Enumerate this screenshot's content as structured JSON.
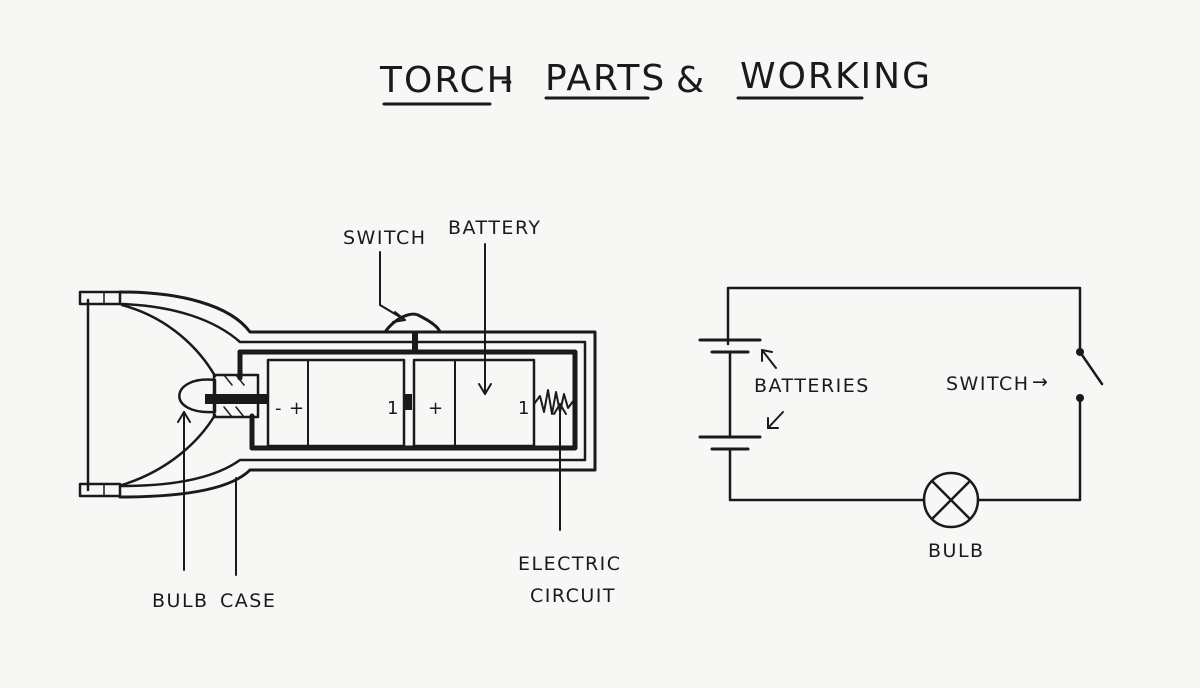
{
  "title": {
    "word1": "TORCH",
    "dash": "-",
    "word2": "PARTS",
    "amp": "&",
    "word3": "WORKING"
  },
  "torch_labels": {
    "switch": "SWITCH",
    "battery": "BATTERY",
    "bulb": "BULB",
    "case": "CASE",
    "electric_line1": "ELECTRIC",
    "electric_line2": "CIRCUIT"
  },
  "battery_signs": {
    "b1_minus": "-",
    "b1_plus": "+",
    "b1_mark": "1",
    "b2_plus": "+",
    "b2_mark": "1"
  },
  "circuit_labels": {
    "batteries": "BATTERIES",
    "switch": "SWITCH",
    "switch_arrow": "→",
    "bulb": "BULB"
  },
  "colors": {
    "ink": "#1a1a1a",
    "paper": "#f7f7f5"
  }
}
